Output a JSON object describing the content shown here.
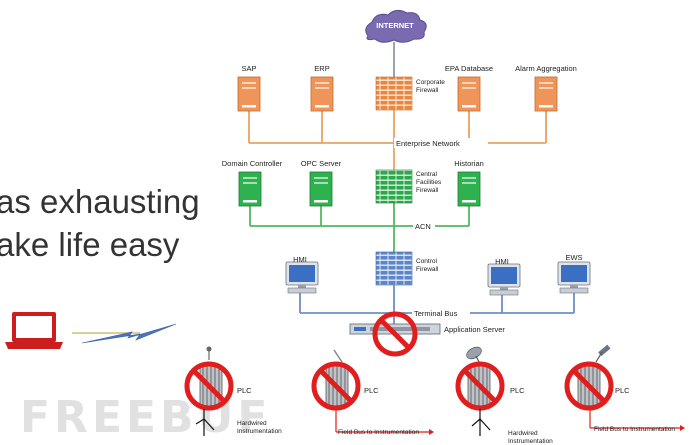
{
  "slide_text": {
    "line1": "as exhausting",
    "line2": "ake life easy"
  },
  "watermark": "FREEBUF",
  "cloud": {
    "label": "INTERNET"
  },
  "corporate": {
    "servers": [
      {
        "label": "SAP"
      },
      {
        "label": "ERP"
      },
      {
        "label": "EPA Database"
      },
      {
        "label": "Alarm Aggregation"
      }
    ],
    "firewall_label_1": "Corporate",
    "firewall_label_2": "Firewall",
    "network_label": "Enterprise Network"
  },
  "facilities": {
    "servers": [
      {
        "label": "Domain Controller"
      },
      {
        "label": "OPC Server"
      },
      {
        "label": "Historian"
      }
    ],
    "firewall_label_1": "Central",
    "firewall_label_2": "Facilities",
    "firewall_label_3": "Firewall",
    "network_label": "ACN"
  },
  "control": {
    "firewall_label_1": "Control",
    "firewall_label_2": "Firewall",
    "workstations": [
      {
        "label": "HMI"
      },
      {
        "label": "HMI"
      },
      {
        "label": "EWS"
      }
    ],
    "bus_label": "Terminal Bus",
    "app_server_label": "Application Server"
  },
  "field": {
    "plc_label": "PLC",
    "hardwired_1": "Hardwired",
    "hardwired_2": "Instrumentation",
    "fieldbus": "Field Bus to Instrumentation"
  },
  "colors": {
    "corporate": "#f0955a",
    "facilities": "#2eb14f",
    "control": "#5f83c4",
    "firewall_orange": "#e8873f",
    "firewall_green": "#2aa84a",
    "firewall_blue": "#5b86c9",
    "network_line_orange": "#e9a25f",
    "network_line_green": "#52b85e",
    "network_line_blue": "#6f8fc6",
    "no_symbol": "#e01e1e",
    "laptop": "#cc1e1e",
    "cloud": "#7a6bb0"
  }
}
